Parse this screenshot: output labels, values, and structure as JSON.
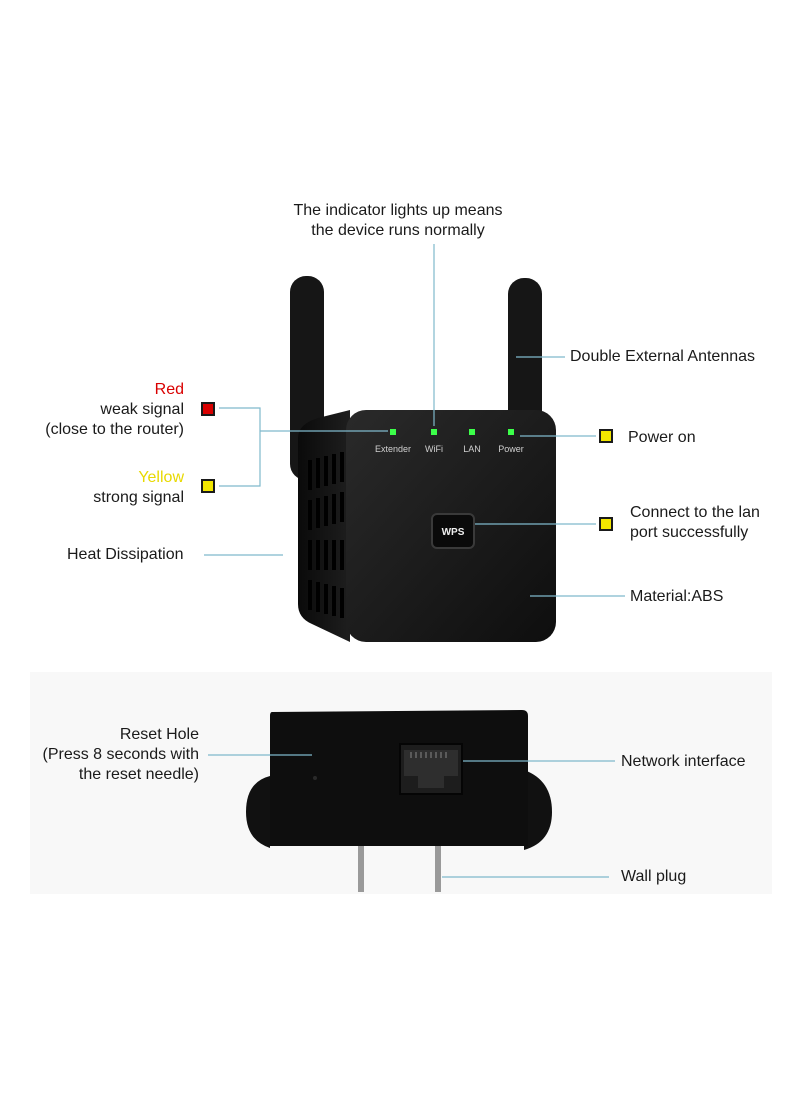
{
  "colors": {
    "red": "#d90000",
    "yellow": "#f2e600",
    "device_body": "#141414",
    "leader_line": "#7fb9cc",
    "led_green": "#3cff4a"
  },
  "callouts": {
    "indicator_line1": "The indicator lights up means",
    "indicator_line2": "the device runs normally",
    "antennas": "Double External Antennas",
    "red_word": "Red",
    "red_desc1": "weak signal",
    "red_desc2": "(close to the router)",
    "yellow_word": "Yellow",
    "yellow_desc": "strong signal",
    "power_on": "Power on",
    "lan_line1": "Connect to the lan",
    "lan_line2": "port successfully",
    "heat": "Heat Dissipation",
    "material": "Material:ABS",
    "reset_line1": "Reset Hole",
    "reset_line2": "(Press 8 seconds with",
    "reset_line3": "the reset needle)",
    "network": "Network interface",
    "wall_plug": "Wall plug"
  },
  "device_labels": {
    "led1": "Extender",
    "led2": "WiFi",
    "led3": "LAN",
    "led4": "Power",
    "wps_button": "WPS"
  },
  "icons": [
    "red-square-icon",
    "yellow-square-icon",
    "ethernet-port-icon"
  ]
}
